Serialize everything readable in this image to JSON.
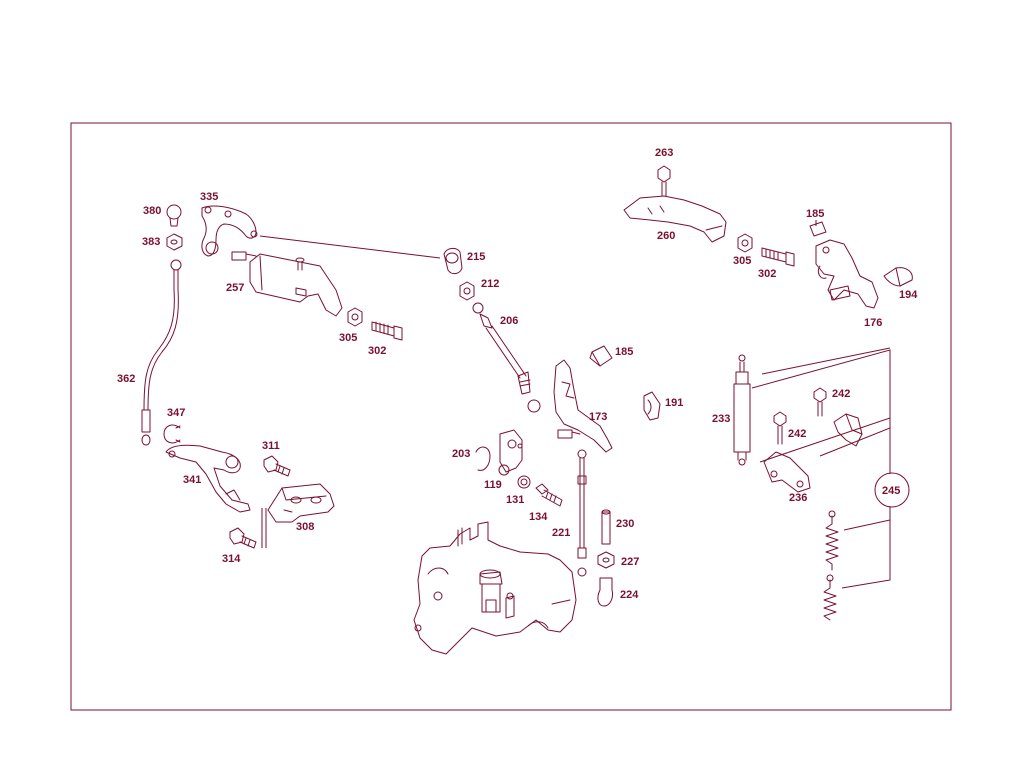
{
  "colors": {
    "line": "#7a1030",
    "label": "#7a1030",
    "background": "#ffffff"
  },
  "parts": [
    {
      "id": "p380",
      "label": "380"
    },
    {
      "id": "p335",
      "label": "335"
    },
    {
      "id": "p383",
      "label": "383"
    },
    {
      "id": "p257",
      "label": "257"
    },
    {
      "id": "p305a",
      "label": "305"
    },
    {
      "id": "p302a",
      "label": "302"
    },
    {
      "id": "p362",
      "label": "362"
    },
    {
      "id": "p347",
      "label": "347"
    },
    {
      "id": "p311",
      "label": "311"
    },
    {
      "id": "p341",
      "label": "341"
    },
    {
      "id": "p308",
      "label": "308"
    },
    {
      "id": "p314",
      "label": "314"
    },
    {
      "id": "p215",
      "label": "215"
    },
    {
      "id": "p212",
      "label": "212"
    },
    {
      "id": "p206",
      "label": "206"
    },
    {
      "id": "p185a",
      "label": "185"
    },
    {
      "id": "p173",
      "label": "173"
    },
    {
      "id": "p191",
      "label": "191"
    },
    {
      "id": "p203",
      "label": "203"
    },
    {
      "id": "p119",
      "label": "119"
    },
    {
      "id": "p131",
      "label": "131"
    },
    {
      "id": "p134",
      "label": "134"
    },
    {
      "id": "p221",
      "label": "221"
    },
    {
      "id": "p230",
      "label": "230"
    },
    {
      "id": "p227",
      "label": "227"
    },
    {
      "id": "p224",
      "label": "224"
    },
    {
      "id": "p263",
      "label": "263"
    },
    {
      "id": "p260",
      "label": "260"
    },
    {
      "id": "p305b",
      "label": "305"
    },
    {
      "id": "p302b",
      "label": "302"
    },
    {
      "id": "p185b",
      "label": "185"
    },
    {
      "id": "p194",
      "label": "194"
    },
    {
      "id": "p176",
      "label": "176"
    },
    {
      "id": "p233",
      "label": "233"
    },
    {
      "id": "p242a",
      "label": "242"
    },
    {
      "id": "p242b",
      "label": "242"
    },
    {
      "id": "p236",
      "label": "236"
    },
    {
      "id": "p245",
      "label": "245"
    }
  ]
}
